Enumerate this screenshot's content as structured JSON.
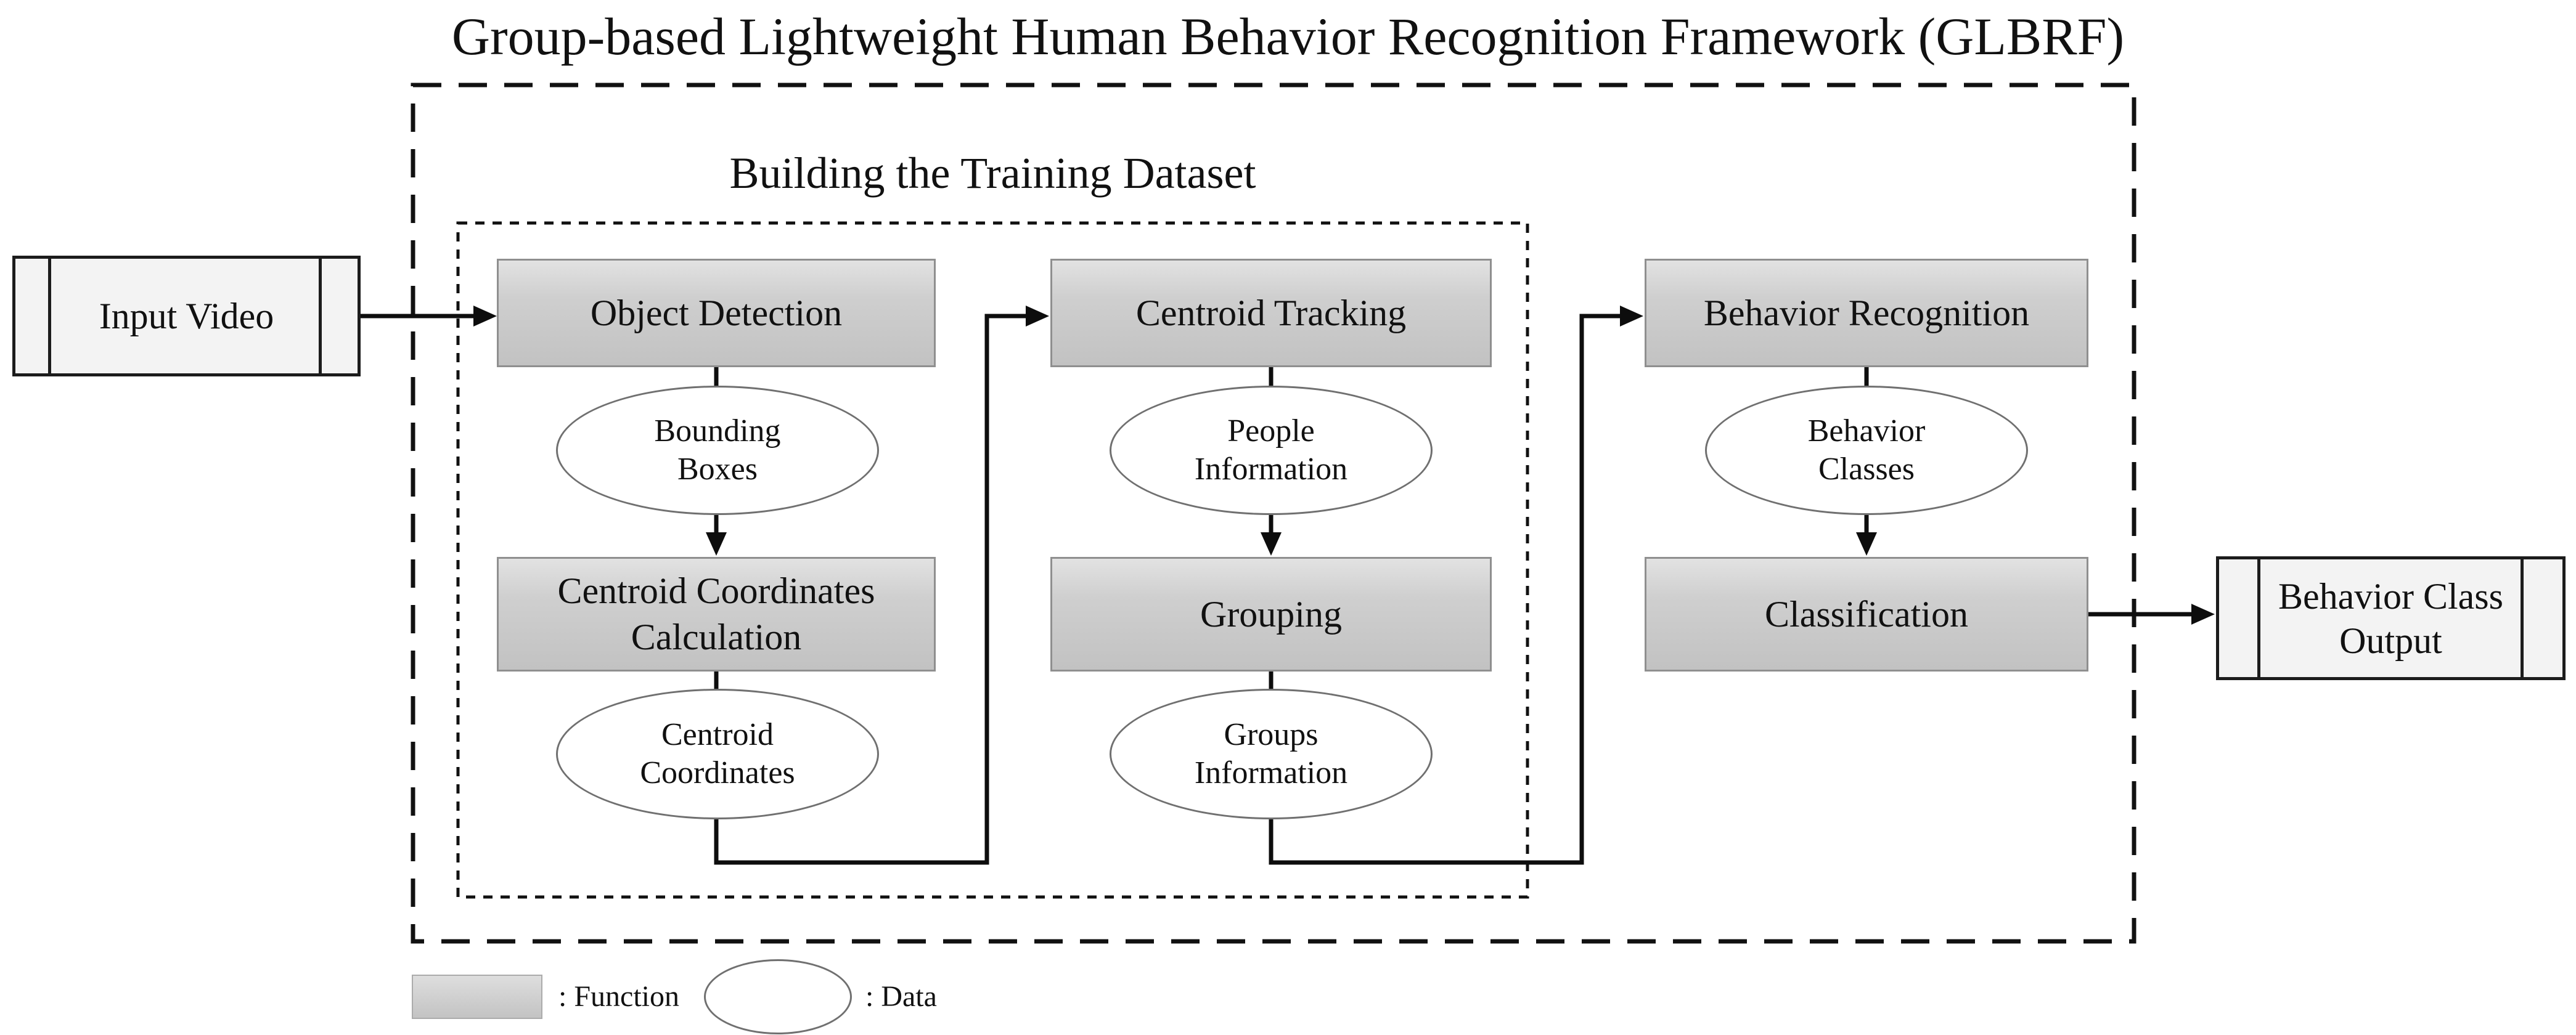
{
  "title": "Group-based Lightweight Human Behavior Recognition Framework (GLBRF)",
  "sections": {
    "training_dataset_label": "Building the Training Dataset"
  },
  "io": {
    "input_label": "Input Video",
    "output_label": "Behavior Class Output"
  },
  "columns": [
    {
      "function_top": "Object Detection",
      "data_top": "Bounding Boxes",
      "function_bottom": "Centroid Coordinates Calculation",
      "data_bottom": "Centroid Coordinates"
    },
    {
      "function_top": "Centroid Tracking",
      "data_top": "People Information",
      "function_bottom": "Grouping",
      "data_bottom": "Groups Information"
    },
    {
      "function_top": "Behavior Recognition",
      "data_top": "Behavior Classes",
      "function_bottom": "Classification"
    }
  ],
  "legend": {
    "function_label": ": Function",
    "data_label": ": Data"
  },
  "colors": {
    "function_fill_top": "#e2e2e2",
    "function_fill_bottom": "#c2c2c2",
    "function_border": "#8f8f8f",
    "data_fill": "#ffffff",
    "data_border": "#707070",
    "io_fill": "#f3f3f3",
    "io_border": "#1c1c1c",
    "line": "#0d0d0d",
    "text": "#111111"
  }
}
